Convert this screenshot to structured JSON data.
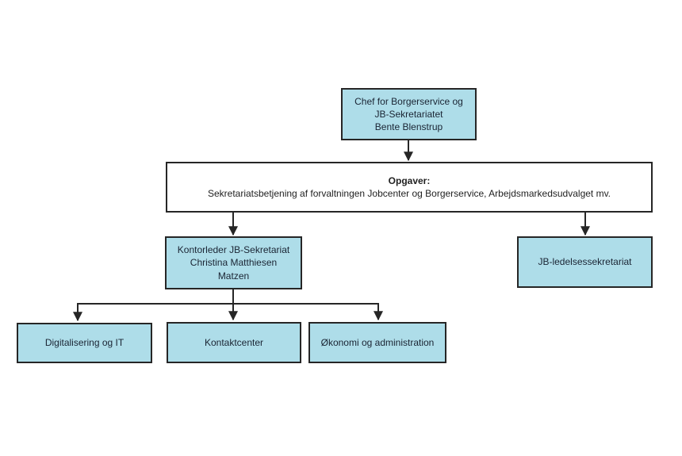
{
  "colors": {
    "box_fill": "#aedde9",
    "box_border": "#262626",
    "connector": "#262626",
    "background": "#ffffff"
  },
  "org_chart": {
    "chef_box": {
      "lines": [
        "Chef for Borgerservice og",
        "JB-Sekretariatet",
        "Bente Blenstrup"
      ]
    },
    "opgaver_box": {
      "title": "Opgaver:",
      "body": "Sekretariatsbetjening af forvaltningen Jobcenter og Borgerservice, Arbejdsmarkedsudvalget mv."
    },
    "kontorleder_box": {
      "lines": [
        "Kontorleder JB-Sekretariat",
        "Christina Matthiesen",
        "Matzen"
      ]
    },
    "jb_ledelse_box": {
      "label": "JB-ledelsessekretariat"
    },
    "digitalisering_box": {
      "label": "Digitalisering og IT"
    },
    "kontaktcenter_box": {
      "label": "Kontaktcenter"
    },
    "okonomi_box": {
      "label": "Økonomi og administration"
    }
  }
}
